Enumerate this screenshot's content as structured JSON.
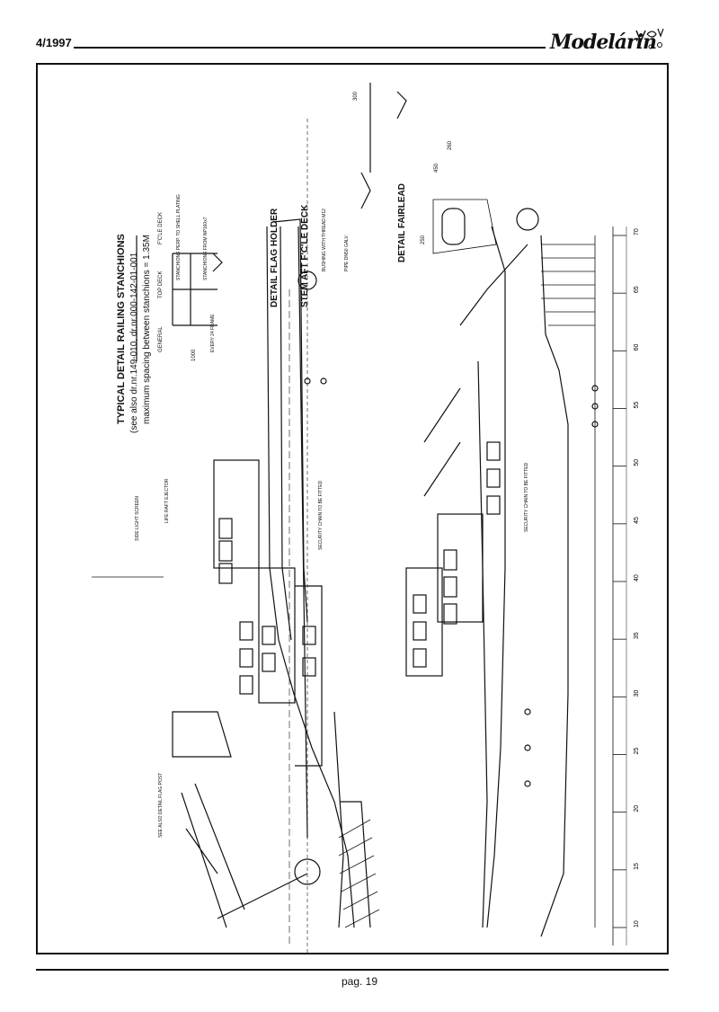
{
  "header": {
    "issue": "4/1997",
    "brand": "Modelárin"
  },
  "footer": {
    "page": "pag. 19"
  },
  "drawing": {
    "railing_title": "TYPICAL DETAIL RAILING STANCHIONS",
    "railing_see_also": "(see also dr.nr.149-010, dr.nr.000-142-01-001",
    "railing_spacing": "maximum spacing between stanchions = 1.35M",
    "col_general": "GENERAL",
    "col_top_deck": "TOP DECK",
    "col_fcle_deck": "F'C'LE DECK",
    "stanchions_shell": "STANCHIONS PERP. TO SHELL PLATING",
    "stanchions_from": "STANCHIONS FROM NP160x7",
    "every_frame": "EVERY 24 FRAME",
    "dim_1000": "1000",
    "flag_holder": "DETAIL FLAG HOLDER",
    "stem_deck": "STEM AFT F'C'LE DECK",
    "bushing": "BUSHING WITH THREAD M12",
    "pipe": "PIPE DN50 GALV.",
    "fairlead": "DETAIL FAIRLEAD",
    "security_chain_1": "SECURITY CHAIN TO BE FITTED",
    "security_chain_2": "SECURITY CHAIN TO BE FITTED",
    "see_flag_post": "SEE ALSO DETAIL FLAG POST",
    "side_light_screen": "SIDE LIGHT SCREEN",
    "liferaft_ejector": "LIFE RAFT EJECTOR",
    "dim_250": "250",
    "dim_450": "450",
    "dim_260": "260",
    "dim_300": "300",
    "frame_numbers": [
      "10",
      "15",
      "20",
      "25",
      "30",
      "35",
      "40",
      "45",
      "50",
      "55",
      "60",
      "65",
      "70"
    ]
  }
}
